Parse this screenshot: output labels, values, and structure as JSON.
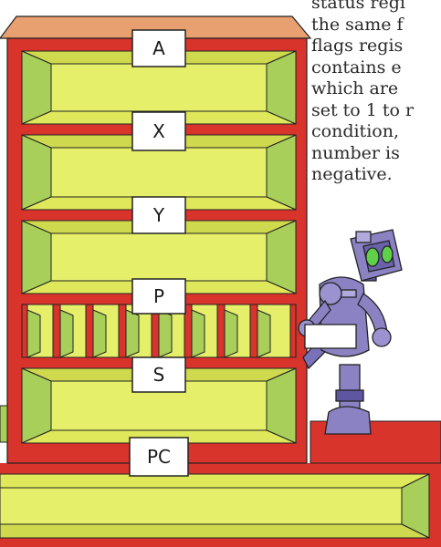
{
  "caption": {
    "lines": [
      "status regi",
      "the same f",
      "flags regis",
      "contains e",
      "which are",
      "set to 1 to r",
      "condition,",
      "number is",
      "negative."
    ]
  },
  "registers": {
    "a": "A",
    "x": "X",
    "y": "Y",
    "p": "P",
    "s": "S",
    "pc": "PC"
  },
  "colors": {
    "frame_red": "#d8342c",
    "top_orange": "#e9a071",
    "shelf_yellow": "#e6ef6a",
    "shelf_green": "#a8cf5a",
    "robot_purple": "#8b82c4",
    "robot_eye": "#5fd04a"
  }
}
